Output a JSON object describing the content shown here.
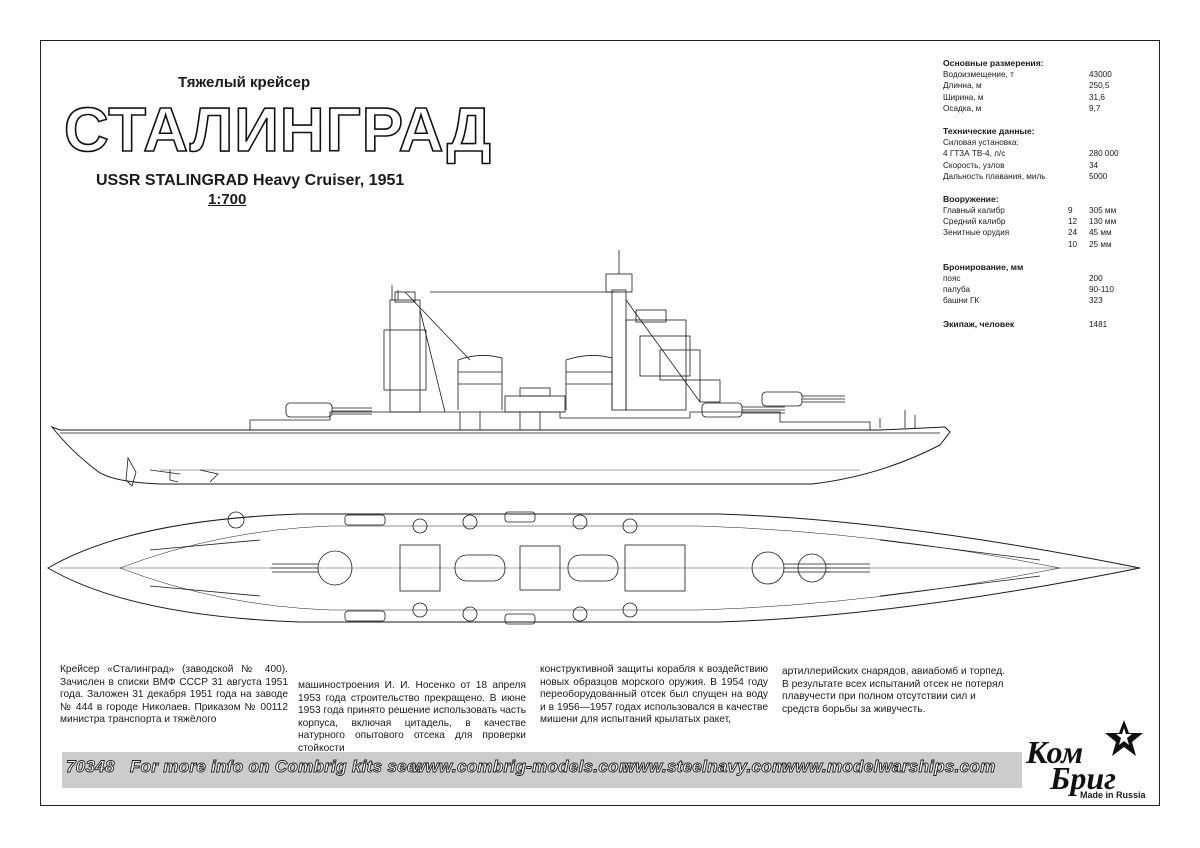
{
  "header": {
    "subtitle": "Тяжелый крейсер",
    "title": "СТАЛИНГРАД",
    "english_title": "USSR STALINGRAD Heavy Cruiser, 1951",
    "scale": "1:700"
  },
  "specs": {
    "dimensions": {
      "heading": "Основные размерения:",
      "rows": [
        {
          "label": "Водоизмещение, т",
          "value": "43000"
        },
        {
          "label": "Длинна, м",
          "value": "250,5"
        },
        {
          "label": "Ширина, м",
          "value": "31,6"
        },
        {
          "label": "Осадка, м",
          "value": "9,7"
        }
      ]
    },
    "technical": {
      "heading": "Технические данные:",
      "rows": [
        {
          "label": "Силовая установка:",
          "value": ""
        },
        {
          "label": "4 ГТЗА ТВ-4, л/с",
          "value": "280 000"
        },
        {
          "label": "Скорость, узлов",
          "value": "34"
        },
        {
          "label": "Дальность плавания, миль",
          "value": "5000"
        }
      ]
    },
    "armament": {
      "heading": "Вооружение:",
      "rows": [
        {
          "label": "Главный калибр",
          "count": "9",
          "value": "305 мм"
        },
        {
          "label": "Средний калибр",
          "count": "12",
          "value": "130 мм"
        },
        {
          "label": "Зенитные орудия",
          "count": "24",
          "value": "45 мм"
        },
        {
          "label": "",
          "count": "10",
          "value": "25 мм"
        }
      ]
    },
    "armor": {
      "heading": "Бронирование, мм",
      "rows": [
        {
          "label": "пояс",
          "value": "200"
        },
        {
          "label": "палуба",
          "value": "90-110"
        },
        {
          "label": "башни ГК",
          "value": "323"
        }
      ]
    },
    "crew": {
      "heading": "Экипаж, человек",
      "value": "1481"
    }
  },
  "description": {
    "col1": "Крейсер «Сталинград» (заводской № 400). Зачислен в списки ВМФ СССР 31 августа 1951 года. Заложен 31 декабря 1951 года на заводе № 444 в городе Николаев. Приказом № 00112 министра транспорта и тяжёлого",
    "col2": "машиностроения И. И. Носенко от 18 апреля 1953 года строительство прекращено. В июне 1953 года принято решение использовать часть корпуса, включая цитадель, в качестве натурного опытового отсека для проверки стойкости",
    "col3": "конструктивной защиты корабля к воздействию новых образцов морского оружия. В 1954 году переоборудованный отсек был спущен на воду и в 1956—1957 годах использовался в качестве мишени для испытаний крылатых ракет,",
    "col4": "артиллерийских снарядов, авиабомб и торпед. В результате всех испытаний отсек не потерял плавучести при полном отсутствии сил и средств борьбы за живучесть."
  },
  "banner": {
    "code": "70348",
    "text": "For more info on Combrig kits see:",
    "link1": "www.combrig-models.com",
    "link2": "www.steelnavy.com",
    "link3": "www.modelwarships.com"
  },
  "logo": {
    "line1": "Ком",
    "line2": "Бриг",
    "tagline": "Made in Russia"
  },
  "colors": {
    "line": "#1a1a1a",
    "banner": "#cccccc"
  }
}
